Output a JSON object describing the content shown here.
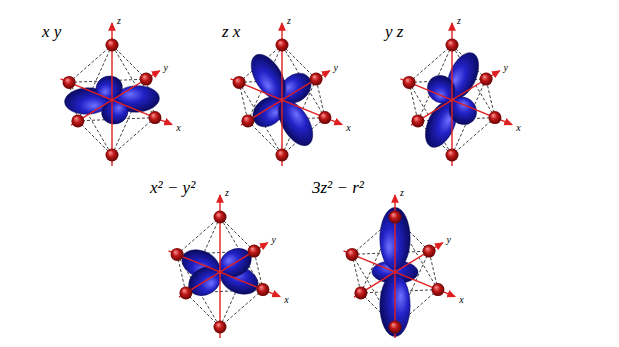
{
  "diagram": {
    "labels": [
      "x y",
      "z",
      "y",
      "x",
      "z x",
      "z",
      "y",
      "x",
      "y z",
      "z",
      "y",
      "x",
      "x² − y²",
      "z",
      "y",
      "x",
      "3z² − r²",
      "z",
      "y",
      "x"
    ]
  }
}
